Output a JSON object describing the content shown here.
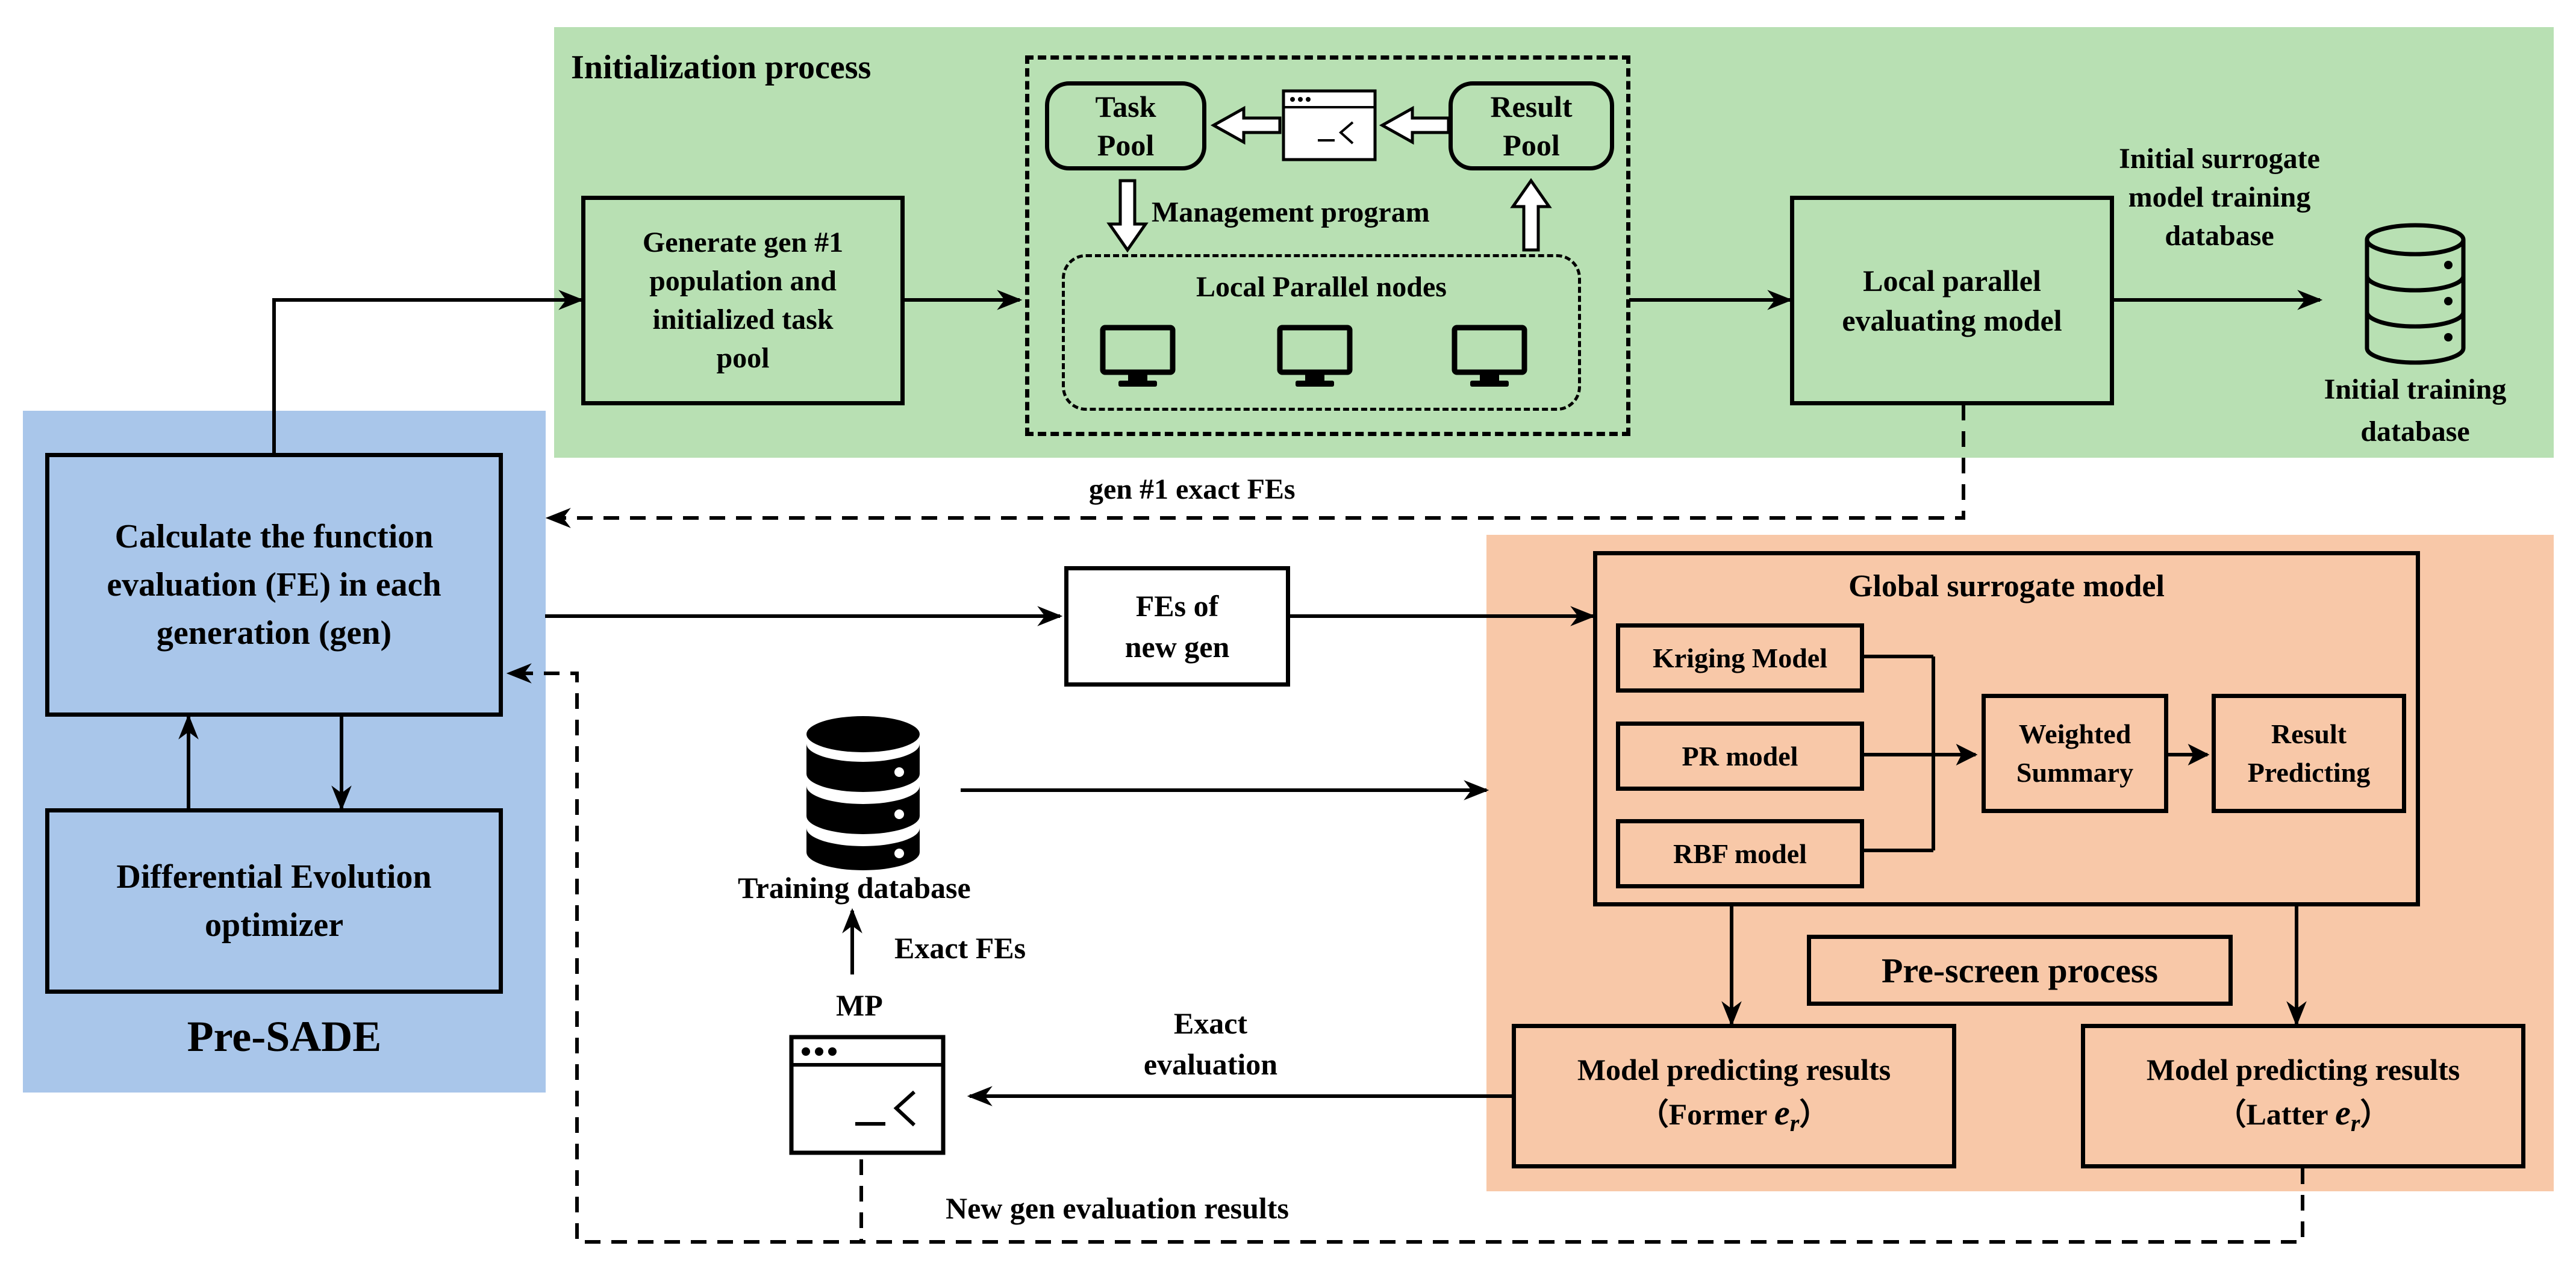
{
  "colors": {
    "init_bg": "#b8e0b3",
    "presade_bg": "#a9c6ea",
    "surrogate_bg": "#f8c8a8",
    "box_green": "#b8e0b3",
    "box_blue": "#a9c6ea",
    "box_orange": "#f8c8a8",
    "line": "#000000"
  },
  "init": {
    "title": "Initialization process",
    "generate": [
      "Generate gen #1",
      "population and",
      "initialized task",
      "pool"
    ],
    "task_pool": [
      "Task",
      "Pool"
    ],
    "result_pool": [
      "Result",
      "Pool"
    ],
    "management": "Management program",
    "local_nodes": "Local Parallel nodes",
    "local_model": [
      "Local parallel",
      "evaluating model"
    ],
    "initial_db_label": [
      "Initial surrogate",
      "model training",
      "database"
    ],
    "initial_training": [
      "Initial training",
      "database"
    ]
  },
  "presade": {
    "title": "Pre-SADE",
    "calc": [
      "Calculate the function",
      "evaluation (FE) in each",
      "generation (gen)"
    ],
    "de": [
      "Differential Evolution",
      "optimizer"
    ]
  },
  "flows": {
    "gen1_exact": "gen #1 exact FEs",
    "fes_new_gen": [
      "FEs of",
      "new gen"
    ],
    "training_db": "Training database",
    "exact_fes": "Exact FEs",
    "mp": "MP",
    "exact_eval": [
      "Exact",
      "evaluation"
    ],
    "new_gen_results": "New gen evaluation results"
  },
  "surrogate": {
    "title": "Global surrogate model",
    "kriging": "Kriging Model",
    "pr": "PR model",
    "rbf": "RBF model",
    "weighted": [
      "Weighted",
      "Summary"
    ],
    "result_predicting": [
      "Result",
      "Predicting"
    ],
    "prescreen": "Pre-screen process",
    "former_label": "Model predicting results",
    "former_var_pre": "（Former ",
    "former_var_sym": "e",
    "former_var_sub": "r",
    "former_var_post": "）",
    "latter_label": "Model predicting results",
    "latter_var_pre": "（Latter ",
    "latter_var_sym": "e",
    "latter_var_sub": "r",
    "latter_var_post": "）"
  },
  "icons": [
    "terminal-icon",
    "monitor-icon",
    "database-icon"
  ]
}
